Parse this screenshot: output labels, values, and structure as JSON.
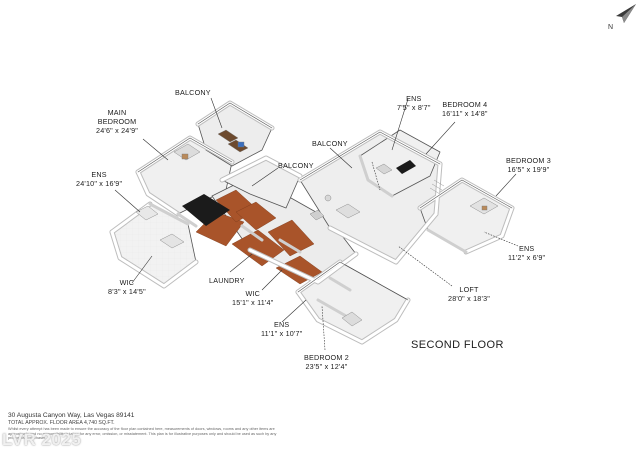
{
  "floor_title": "SECOND FLOOR",
  "address": "30 Augusta Canyon Way, Las Vegas 89141",
  "total_area": "TOTAL APPROX. FLOOR AREA 4,740 SQ.FT.",
  "disclaimer": "Whilst every attempt has been made to ensure the accuracy of the floor plan contained here, measurements of doors, windows, rooms and any other items are approximate and no responsibility is taken for any error, omission, or misstatement. This plan is for illustrative purposes only and should be used as such by any prospective purchaser.",
  "watermark": "LVR 2025",
  "compass_label": "N",
  "rooms": {
    "main_bedroom": {
      "name": "MAIN\nBEDROOM",
      "dims": "24'6\" x 24'9\""
    },
    "ens_main": {
      "name": "ENS",
      "dims": "24'10\" x 16'9\""
    },
    "wic_main": {
      "name": "WIC",
      "dims": "8'3\" x 14'5\""
    },
    "balcony_1": {
      "name": "BALCONY"
    },
    "balcony_2": {
      "name": "BALCONY"
    },
    "balcony_3": {
      "name": "BALCONY"
    },
    "ens_4": {
      "name": "ENS",
      "dims": "7'5\" x 8'7\""
    },
    "bedroom_4": {
      "name": "BEDROOM 4",
      "dims": "16'11\" x 14'8\""
    },
    "bedroom_3": {
      "name": "BEDROOM 3",
      "dims": "16'5\" x 19'9\""
    },
    "ens_3": {
      "name": "ENS",
      "dims": "11'2\" x 6'9\""
    },
    "loft": {
      "name": "LOFT",
      "dims": "28'0\" x 18'3\""
    },
    "laundry": {
      "name": "LAUNDRY"
    },
    "wic_2": {
      "name": "WIC",
      "dims": "15'1\" x 11'4\""
    },
    "ens_2": {
      "name": "ENS",
      "dims": "11'1\" x 10'7\""
    },
    "bedroom_2": {
      "name": "BEDROOM 2",
      "dims": "23'5\" x 12'4\""
    }
  },
  "colors": {
    "floor": "#f1f1f1",
    "wall_top": "#ffffff",
    "wall_side": "#c9c9c9",
    "wall_edge": "#555555",
    "wood": "#a9542a",
    "dark_surface": "#1b1b1b",
    "leader": "#333333"
  }
}
